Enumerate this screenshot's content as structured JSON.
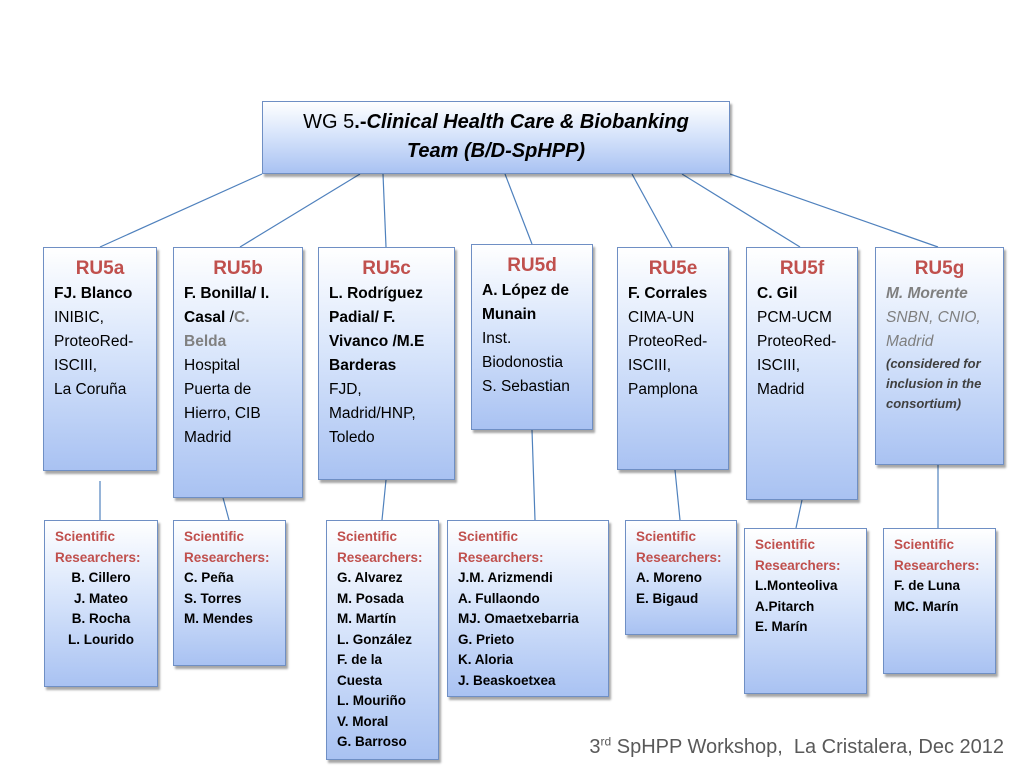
{
  "title": {
    "prefix": "WG 5",
    "dot": ".-",
    "strong_line1": "Clinical Health Care & Biobanking",
    "strong_line2": "Team (B/D-SpHPP)"
  },
  "units": [
    {
      "code": "RU5a",
      "lead": "FJ. Blanco",
      "rest": [
        "INIBIC,",
        "ProteoRed-",
        "ISCIII,",
        "La Coruña"
      ]
    },
    {
      "code": "RU5b",
      "lead1": "F. Bonilla/ I.",
      "lead2": "Casal",
      "slash": " /",
      "gray1": "C.",
      "gray2": "Belda",
      "rest": [
        "Hospital",
        "Puerta de",
        "Hierro, CIB",
        "Madrid"
      ]
    },
    {
      "code": "RU5c",
      "lead": [
        "L. Rodríguez",
        "Padial/ F.",
        "Vivanco /M.E",
        "Barderas"
      ],
      "rest": [
        "FJD,",
        "Madrid/HNP,",
        "Toledo"
      ]
    },
    {
      "code": "RU5d",
      "lead": [
        "A. López de",
        "Munain"
      ],
      "rest": [
        "Inst.",
        "Biodonostia",
        "S. Sebastian"
      ]
    },
    {
      "code": "RU5e",
      "lead": "F. Corrales",
      "rest": [
        "CIMA-UN",
        "ProteoRed-",
        "ISCIII,",
        "Pamplona"
      ]
    },
    {
      "code": "RU5f",
      "lead": "C. Gil",
      "rest": [
        "PCM-UCM",
        "ProteoRed-",
        "ISCIII,",
        "Madrid"
      ]
    },
    {
      "code": "RU5g",
      "lead": "M. Morente",
      "rest": [
        "SNBN, CNIO,",
        "Madrid"
      ],
      "note": [
        "(considered for",
        "inclusion in the",
        "consortium)"
      ]
    }
  ],
  "sci_heading": [
    "Scientific",
    "Researchers:"
  ],
  "researchers": [
    [
      "B. Cillero",
      "J. Mateo",
      "B. Rocha",
      "L. Lourido"
    ],
    [
      "C. Peña",
      "S. Torres",
      "M. Mendes"
    ],
    [
      "G. Alvarez",
      "M. Posada",
      "M. Martín",
      "L. González",
      "F. de la",
      "Cuesta",
      "L. Mouriño",
      "V. Moral",
      "G. Barroso"
    ],
    [
      "J.M. Arizmendi",
      "A. Fullaondo",
      "MJ. Omaetxebarria",
      "G. Prieto",
      "K. Aloria",
      "J. Beaskoetxea"
    ],
    [
      "A. Moreno",
      "E. Bigaud"
    ],
    [
      "L.Monteoliva",
      "A.Pitarch",
      "E. Marín"
    ],
    [
      "F. de Luna",
      "MC. Marín"
    ]
  ],
  "footer": {
    "num": "3",
    "sup": "rd",
    "text": " SpHPP Workshop,  La Cristalera, Dec 2012"
  },
  "colors": {
    "accent": "#c0504d",
    "line": "#4f81bd",
    "box_border": "#6f8fc4"
  }
}
